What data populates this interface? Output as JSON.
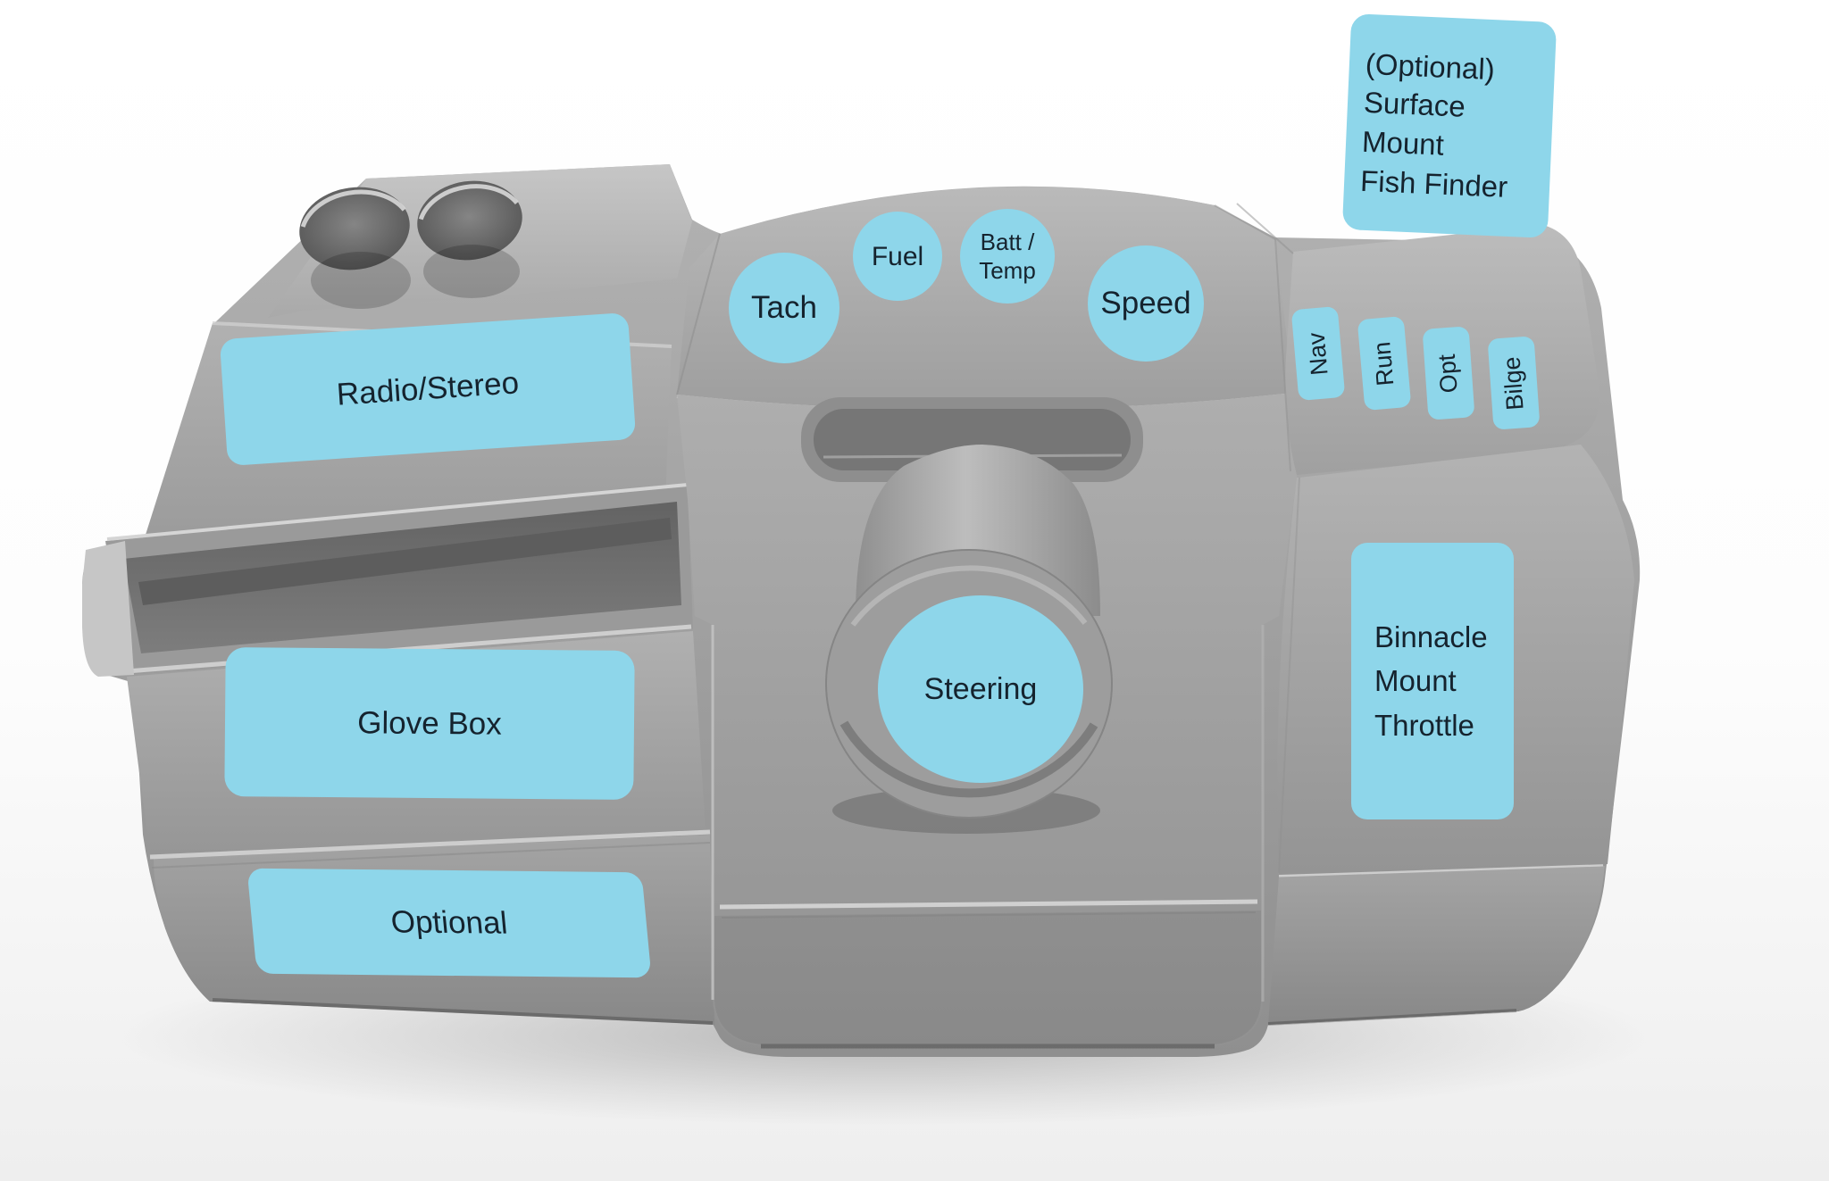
{
  "colors": {
    "label_background": "#8ed6ea",
    "label_text": "#15232e",
    "console_gray": "#a3a3a3"
  },
  "labels": {
    "fish_finder": "(Optional)\nSurface\nMount\nFish Finder",
    "radio_stereo": "Radio/Stereo",
    "glove_box": "Glove Box",
    "optional": "Optional",
    "binnacle": "Binnacle\nMount\nThrottle",
    "steering": "Steering"
  },
  "gauges": [
    {
      "id": "tach",
      "label": "Tach"
    },
    {
      "id": "fuel",
      "label": "Fuel"
    },
    {
      "id": "batt_temp",
      "label": "Batt /\nTemp"
    },
    {
      "id": "speed",
      "label": "Speed"
    }
  ],
  "switches": [
    {
      "id": "nav",
      "label": "Nav"
    },
    {
      "id": "run",
      "label": "Run"
    },
    {
      "id": "opt",
      "label": "Opt"
    },
    {
      "id": "bilge",
      "label": "Bilge"
    }
  ]
}
